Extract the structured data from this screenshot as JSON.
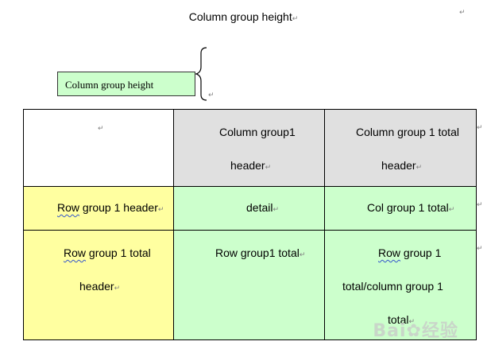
{
  "diagram": {
    "title": "Column group height",
    "callout_label": "Column group height",
    "paragraph_mark": "↵"
  },
  "table": {
    "corner": {
      "text": ""
    },
    "column_group_header": {
      "line1": "Column group1",
      "line2": "header"
    },
    "column_group_total_header": {
      "line1": "Column group 1 total",
      "line2": "header"
    },
    "row_group_header": {
      "word1": "Row",
      "rest": " group 1 header"
    },
    "detail": {
      "text": "detail"
    },
    "col_group_total": {
      "text": "Col group 1 total"
    },
    "row_group_total_header": {
      "word1": "Row",
      "rest": " group 1 total",
      "line2": "header"
    },
    "row_group_total": {
      "text": "Row group1 total"
    },
    "grand_total": {
      "word1": "Row",
      "rest": " group 1",
      "line2": "total/column group 1",
      "line3": "total"
    }
  },
  "colors": {
    "callout_fill": "#ccffcc",
    "column_header_fill": "#e0e0e0",
    "row_header_fill": "#ffffa0",
    "data_fill": "#ccffcc",
    "grid_line": "#000000",
    "paragraph_mark": "#808080"
  },
  "watermark": {
    "brand": "Bai",
    "brand_suffix": "经验"
  }
}
